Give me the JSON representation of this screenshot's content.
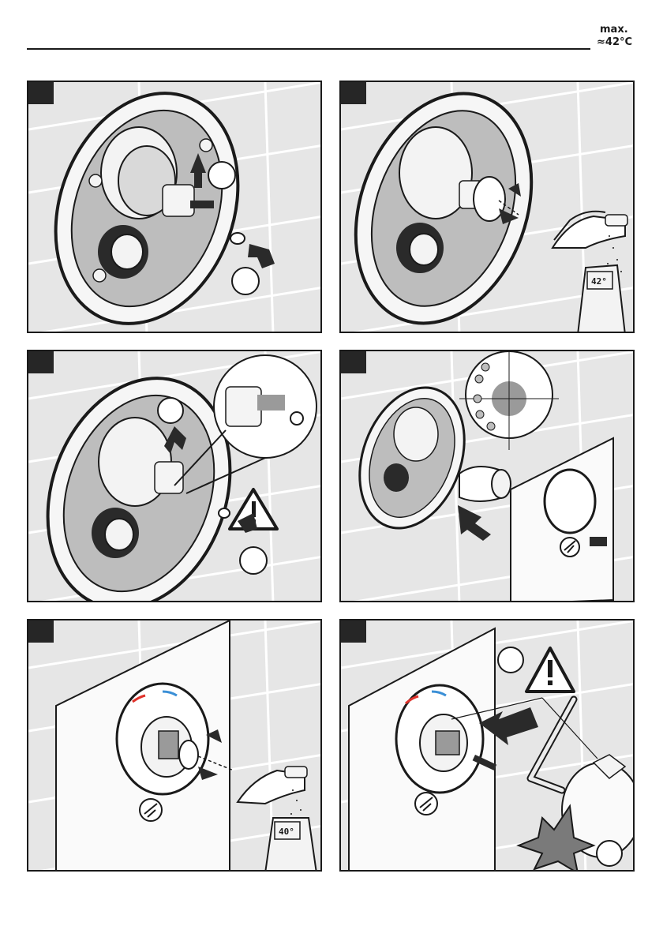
{
  "header": {
    "max_label": "max.",
    "temp_label": "≈42°C"
  },
  "panels": [
    {
      "id": 1,
      "display": ""
    },
    {
      "id": 2,
      "display": "42°"
    },
    {
      "id": 3,
      "display": ""
    },
    {
      "id": 4,
      "display": ""
    },
    {
      "id": 5,
      "display": "40°"
    },
    {
      "id": 6,
      "display": ""
    }
  ],
  "colors": {
    "hot": "#e0322b",
    "cold": "#3a8fd6",
    "wall": "#e6e6e6",
    "ink": "#1a1a1a"
  },
  "icons": [
    "shower-icon",
    "warning-icon",
    "allen-key-icon",
    "thermometer-icon",
    "hand-shower-icon"
  ]
}
